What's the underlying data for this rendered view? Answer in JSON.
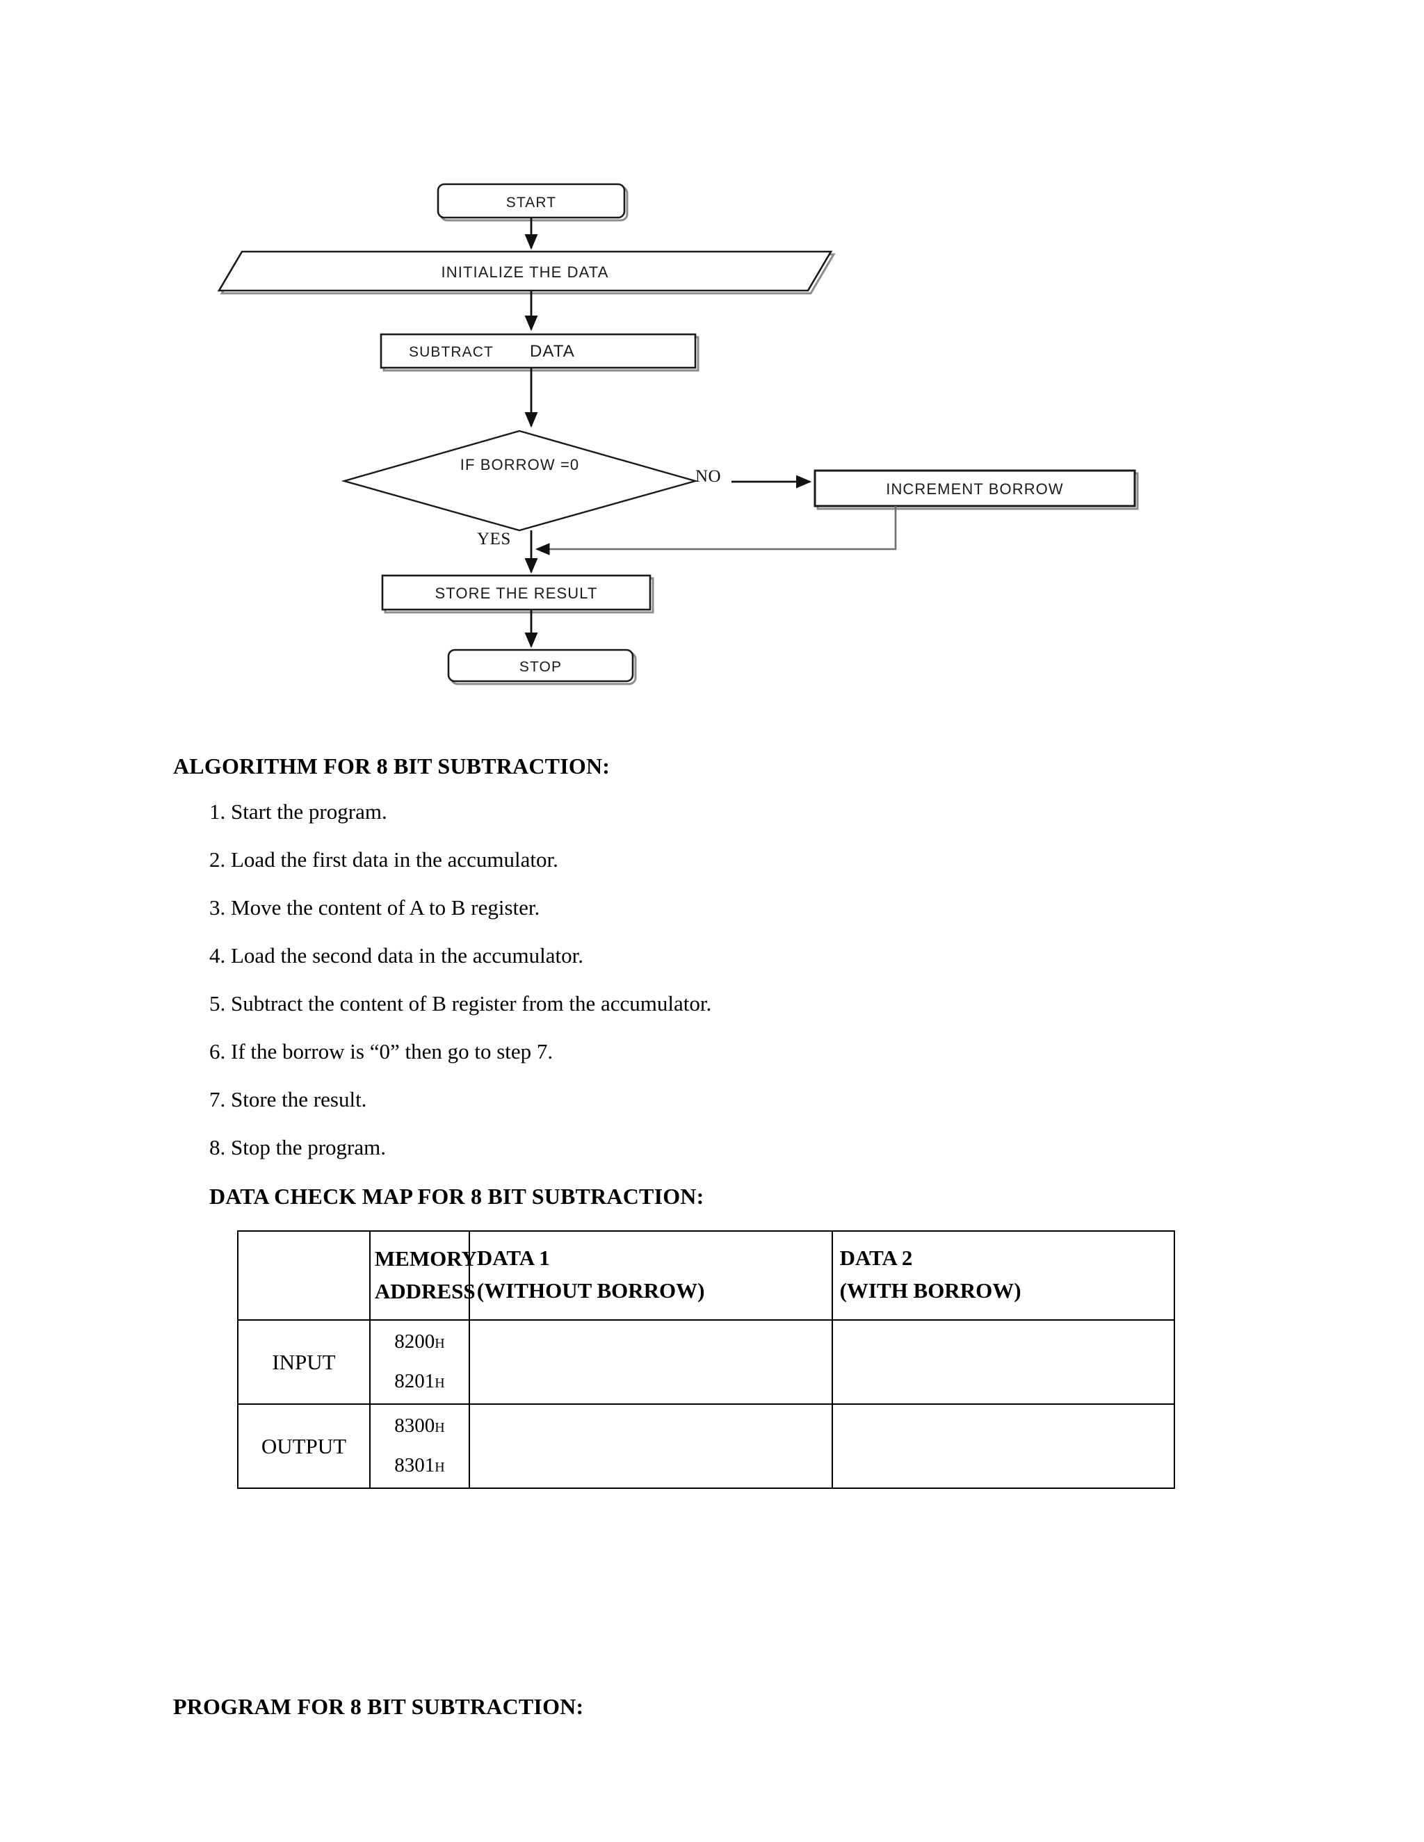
{
  "flowchart": {
    "title": "8 Bit Subtraction Flowchart",
    "nodes": [
      {
        "id": "start",
        "shape": "terminator",
        "label": "START"
      },
      {
        "id": "initialize",
        "shape": "parallelogram",
        "label": "INITIALIZE THE DATA"
      },
      {
        "id": "subtract_a",
        "shape": "process",
        "label": "SUBTRACT"
      },
      {
        "id": "subtract_b",
        "shape": "process-inline",
        "label": "DATA"
      },
      {
        "id": "decision",
        "shape": "diamond",
        "label": "IF BORROW =0"
      },
      {
        "id": "increment",
        "shape": "process",
        "label": "INCREMENT BORROW"
      },
      {
        "id": "store",
        "shape": "process",
        "label": "STORE THE RESULT"
      },
      {
        "id": "stop",
        "shape": "terminator",
        "label": "STOP"
      }
    ],
    "branch_labels": {
      "no": "NO",
      "yes": "YES"
    }
  },
  "algorithm": {
    "heading": "ALGORITHM FOR 8 BIT SUBTRACTION:",
    "steps": [
      "1. Start the program.",
      "2. Load the first data in the accumulator.",
      "3. Move the content of A to B register.",
      "4. Load the second data in the accumulator.",
      "5. Subtract the content of B register from the accumulator.",
      "6. If the borrow is “0” then go to step 7.",
      "7. Store the result.",
      "8. Stop the program."
    ]
  },
  "datamap": {
    "heading": "DATA CHECK MAP FOR 8 BIT SUBTRACTION:",
    "headers": {
      "rowlabel": "",
      "memory_address_line1": "MEMORY",
      "memory_address_line2": "ADDRESS",
      "data1_line1": "DATA 1",
      "data1_line2": "(WITHOUT BORROW)",
      "data2_line1": "DATA 2",
      "data2_line2": "(WITH BORROW)"
    },
    "rows": [
      {
        "label": "INPUT",
        "addresses": [
          {
            "value": "8200",
            "suffix": "H"
          },
          {
            "value": "8201",
            "suffix": "H"
          }
        ],
        "data1": "",
        "data2": ""
      },
      {
        "label": "OUTPUT",
        "addresses": [
          {
            "value": "8300",
            "suffix": "H"
          },
          {
            "value": "8301",
            "suffix": "H"
          }
        ],
        "data1": "",
        "data2": ""
      }
    ]
  },
  "program": {
    "heading": "PROGRAM FOR 8 BIT SUBTRACTION:"
  },
  "colors": {
    "ink": "#000000",
    "node_stroke": "#1a1a1a",
    "node_shadow": "#808080",
    "page_background": "#ffffff"
  }
}
